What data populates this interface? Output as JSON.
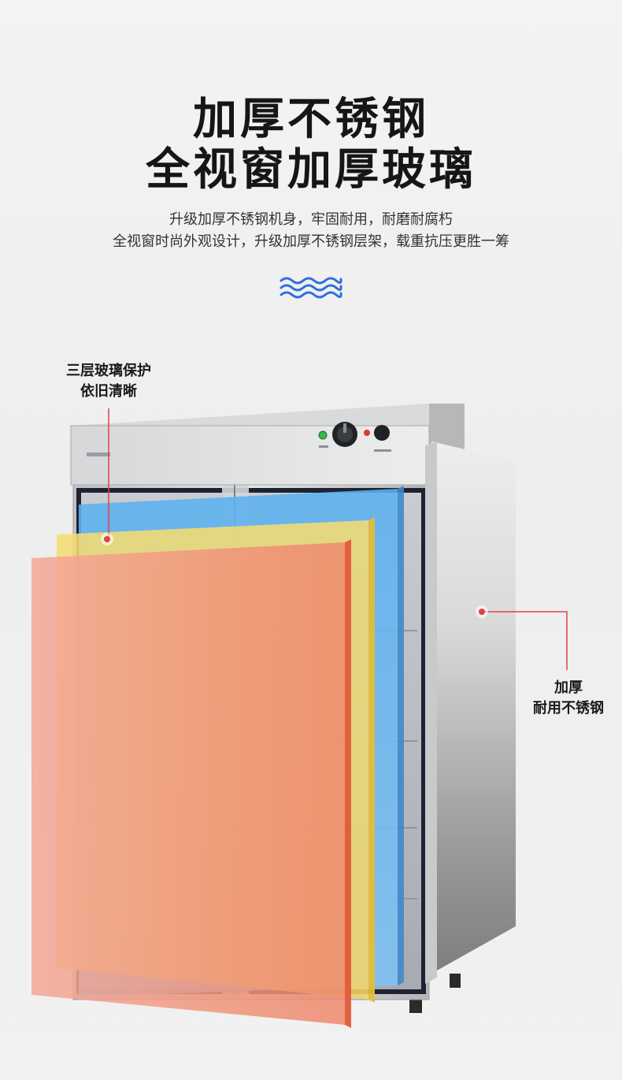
{
  "heading": {
    "line1": "加厚不锈钢",
    "line2": "全视窗加厚玻璃"
  },
  "subheading": {
    "line1": "升级加厚不锈钢机身，牢固耐用，耐磨耐腐朽",
    "line2": "全视窗时尚外观设计，升级加厚不锈钢层架，载重抗压更胜一筹"
  },
  "callouts": {
    "glass": {
      "line1": "三层玻璃保护",
      "line2": "依旧清晰"
    },
    "steel": {
      "line1": "加厚",
      "line2": "耐用不锈钢"
    }
  },
  "decor": {
    "wave_icon": "wave-icon",
    "wave_color": "#2f6fdc",
    "callout_dot_color": "#e0424a"
  },
  "glass_layers": [
    {
      "name": "blue-glass",
      "color": "#6ab7f2"
    },
    {
      "name": "yellow-glass",
      "color": "#f2d46a"
    },
    {
      "name": "orange-glass",
      "color": "#ef7a58"
    }
  ]
}
